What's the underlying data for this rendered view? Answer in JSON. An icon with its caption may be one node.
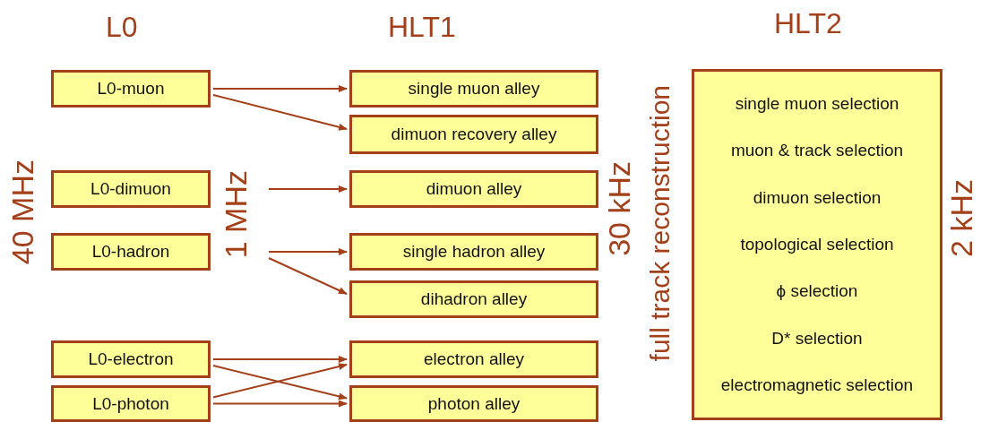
{
  "diagram": {
    "nodes": [
      {
        "text": [
          "L0-muon"
        ]
      },
      {
        "text": [
          "L0-dimuon"
        ]
      },
      {
        "text": [
          "L0-hadron"
        ]
      },
      {
        "text": [
          "L0-electron"
        ]
      },
      {
        "text": [
          "L0-photon"
        ]
      },
      {
        "text": [
          "single muon alley"
        ]
      },
      {
        "text": [
          "dimuon recovery alley"
        ]
      },
      {
        "text": [
          "dimuon alley"
        ]
      },
      {
        "text": [
          "single hadron alley"
        ]
      },
      {
        "text": [
          "dihadron alley"
        ]
      },
      {
        "text": [
          "electron alley"
        ]
      },
      {
        "text": [
          "photon alley"
        ]
      },
      {
        "text": [
          "single muon selection",
          "muon & track selection",
          "dimuon selection",
          "topological selection",
          "ϕ selection",
          "D* selection",
          "electromagnetic selection"
        ]
      }
    ],
    "edges": [
      {
        "from": 0,
        "to": 5,
        "arrow": "to"
      },
      {
        "from": 0,
        "to": 6,
        "arrow": "to"
      },
      {
        "from": 1,
        "to": 7,
        "arrow": "to"
      },
      {
        "from": 2,
        "to": 8,
        "arrow": "to"
      },
      {
        "from": 2,
        "to": 9,
        "arrow": "to"
      },
      {
        "from": 3,
        "to": 10,
        "arrow": "to"
      },
      {
        "from": 3,
        "to": 11,
        "arrow": "to"
      },
      {
        "from": 4,
        "to": 10,
        "arrow": "to"
      },
      {
        "from": 4,
        "to": 11,
        "arrow": "to"
      }
    ],
    "labels": [
      "L0",
      "HLT1",
      "HLT2",
      "40 MHz",
      "1 MHz",
      "30 kHz",
      "full track reconstruction",
      "2 kHz"
    ]
  }
}
